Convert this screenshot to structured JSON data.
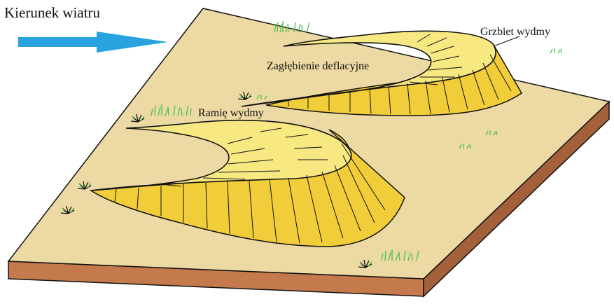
{
  "labels": {
    "wind_direction": "Kierunek wiatru",
    "dune_crest": "Grzbiet wydmy",
    "deflation_hollow": "Zagłębienie deflacyjne",
    "dune_arm": "Ramię wydmy"
  },
  "colors": {
    "ground": "#ecd9a3",
    "ground_side": "#c47a4c",
    "ground_side_dark": "#a3603a",
    "dune_fill": "#f7e882",
    "dune_slip_face": "#f1cd3a",
    "wind_arrow": "#29a3e0",
    "grass": "#4bbf4b",
    "outline": "#111111"
  },
  "icons": {
    "wind": "wind-arrow-icon",
    "grass": "grass-tuft-icon",
    "shrub": "shrub-icon"
  }
}
